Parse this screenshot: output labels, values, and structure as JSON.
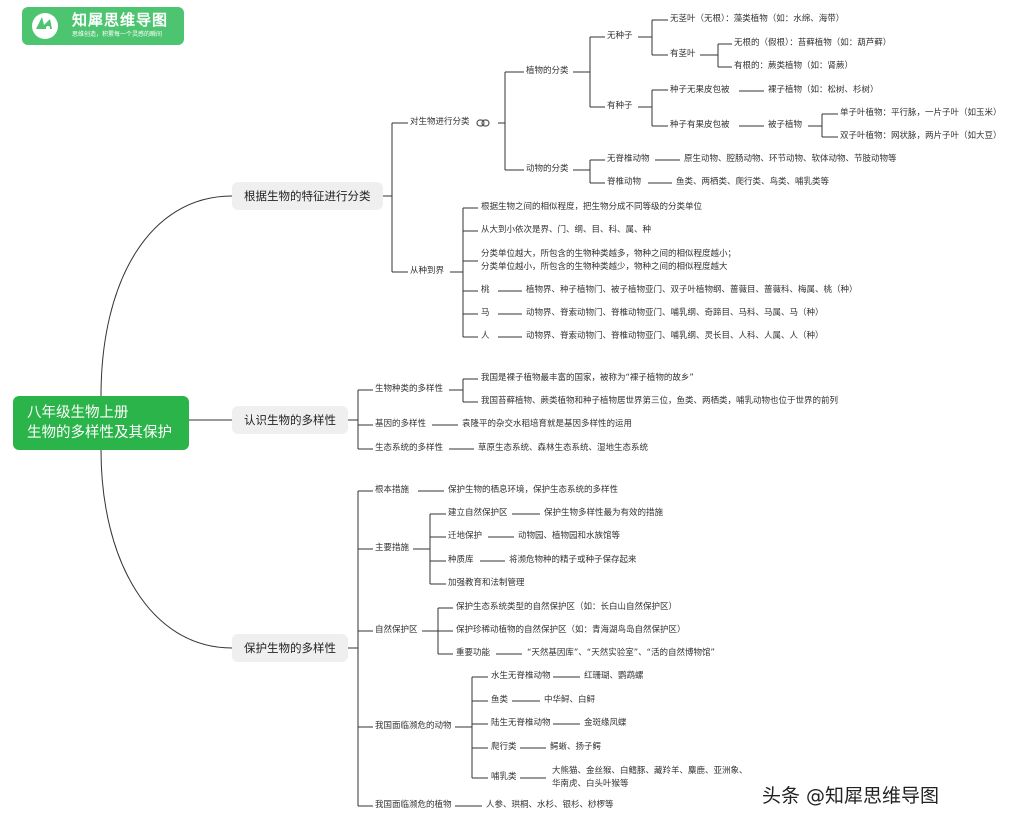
{
  "logo": {
    "name": "知犀思维导图",
    "slogan": "思维创造，积累每一个灵感的瞬间"
  },
  "root": {
    "line1": "八年级生物上册",
    "line2": "生物的多样性及其保护"
  },
  "branch1": {
    "title": "根据生物的特征进行分类",
    "classify": "对生物进行分类",
    "plants": "植物的分类",
    "no_seed": "无种子",
    "no_stem_leaf": "无茎叶（无根）：藻类植物（如：水绵、海带）",
    "has_stem_leaf": "有茎叶",
    "no_root": "无根的（假根）：苔藓植物（如：葫芦藓）",
    "has_root": "有根的：蕨类植物（如：肾蕨）",
    "has_seed": "有种子",
    "naked_seed": "种子无果皮包被",
    "gymno": "裸子植物（如：松树、杉树）",
    "covered_seed": "种子有果皮包被",
    "angio": "被子植物",
    "mono": "单子叶植物：平行脉，一片子叶（如玉米）",
    "dico": "双子叶植物：网状脉，两片子叶（如大豆）",
    "animals": "动物的分类",
    "invert": "无脊椎动物",
    "invert_list": "原生动物、腔肠动物、环节动物、软体动物、节肢动物等",
    "vert": "脊椎动物",
    "vert_list": "鱼类、两栖类、爬行类、鸟类、哺乳类等",
    "kingdom": "从种到界",
    "k1": "根据生物之间的相似程度，把生物分成不同等级的分类单位",
    "k2": "从大到小依次是界、门、纲、目、科、属、种",
    "k3a": "分类单位越大，所包含的生物种类越多，物种之间的相似程度越小；",
    "k3b": "分类单位越小，所包含的生物种类越少，物种之间的相似程度越大",
    "peach": "桃",
    "peach_list": "植物界、种子植物门、被子植物亚门、双子叶植物纲、蔷薇目、蔷薇科、梅属、桃（种）",
    "horse": "马",
    "horse_list": "动物界、脊索动物门、脊椎动物亚门、哺乳纲、奇蹄目、马科、马属、马（种）",
    "human": "人",
    "human_list": "动物界、脊索动物门、脊椎动物亚门、哺乳纲、灵长目、人科、人属、人（种）"
  },
  "branch2": {
    "title": "认识生物的多样性",
    "species": "生物种类的多样性",
    "sp1": "我国是裸子植物最丰富的国家，被称为“裸子植物的故乡”",
    "sp2": "我国苔藓植物、蕨类植物和种子植物居世界第三位，鱼类、两栖类，哺乳动物也位于世界的前列",
    "gene": "基因的多样性",
    "gene1": "袁隆平的杂交水稻培育就是基因多样性的运用",
    "eco": "生态系统的多样性",
    "eco1": "草原生态系统、森林生态系统、湿地生态系统"
  },
  "branch3": {
    "title": "保护生物的多样性",
    "basic": "根本措施",
    "basic1": "保护生物的栖息环境，保护生态系统的多样性",
    "main": "主要措施",
    "m1": "建立自然保护区",
    "m1d": "保护生物多样性最为有效的措施",
    "m2": "迁地保护",
    "m2d": "动物园、植物园和水族馆等",
    "m3": "种质库",
    "m3d": "将濒危物种的精子或种子保存起来",
    "m4": "加强教育和法制管理",
    "reserve": "自然保护区",
    "r1": "保护生态系统类型的自然保护区（如：长白山自然保护区）",
    "r2": "保护珍稀动植物的自然保护区（如：青海湖鸟岛自然保护区）",
    "r3": "重要功能",
    "r3d": "“天然基因库”、“天然实验室”、“活的自然博物馆”",
    "endangered_animals": "我国面临濒危的动物",
    "a1": "水生无脊椎动物",
    "a1d": "红珊瑚、鹦鹉螺",
    "a2": "鱼类",
    "a2d": "中华鲟、白鲟",
    "a3": "陆生无脊椎动物",
    "a3d": "金斑缘凤蝶",
    "a4": "爬行类",
    "a4d": "鳄蜥、扬子鳄",
    "a5": "哺乳类",
    "a5da": "大熊猫、金丝猴、白鳍豚、藏羚羊、麋鹿、亚洲象、",
    "a5db": "华南虎、白头叶猴等",
    "endangered_plants": "我国面临濒危的植物",
    "p1": "人参、珙桐、水杉、银杉、桫椤等"
  },
  "watermark": "头条 @知犀思维导图",
  "colors": {
    "root": "#2bb44a",
    "logo": "#4cc470",
    "line": "#333333",
    "branch_bg": "#efefef"
  }
}
